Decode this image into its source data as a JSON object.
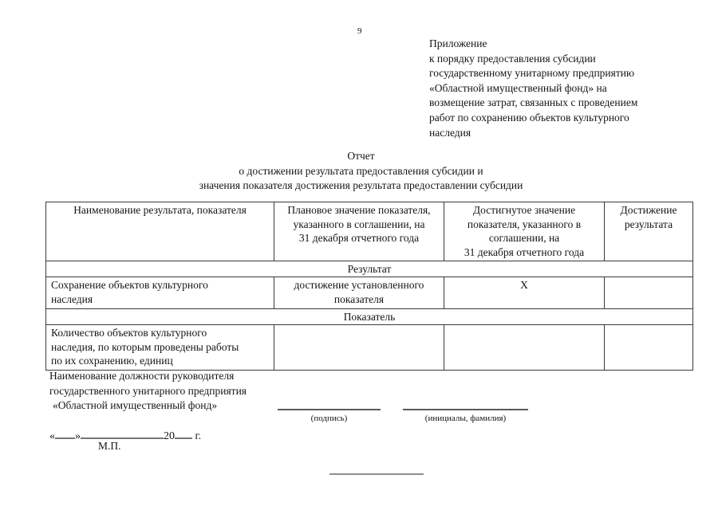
{
  "page": {
    "number": "9"
  },
  "appendix": {
    "lines": [
      "Приложение",
      "к порядку предоставления субсидии",
      "государственному унитарному предприятию",
      "«Областной имущественный фонд» на",
      "возмещение затрат, связанных с проведением",
      "работ по сохранению объектов культурного",
      "наследия"
    ]
  },
  "title": {
    "lines": [
      "Отчет",
      "о достижении результата предоставления субсидии и",
      "значения показателя достижения результата предоставлении субсидии"
    ]
  },
  "table": {
    "headers": [
      "Наименование результата, показателя",
      "Плановое значение показателя,\nуказанного в соглашении, на\n31 декабря отчетного года",
      "Достигнутое значение\nпоказателя, указанного в\nсоглашении, на\n31 декабря отчетного года",
      "Достижение\nрезультата"
    ],
    "section_result": "Результат",
    "result_row": {
      "name": "Сохранение объектов культурного\nнаследия",
      "planned": "достижение установленного\nпоказателя",
      "achieved": "X",
      "achievement": ""
    },
    "section_indicator": "Показатель",
    "indicator_row": {
      "name": "Количество объектов культурного\nнаследия, по которым проведены работы\nпо их сохранению, единиц",
      "planned": "",
      "achieved": "",
      "achievement": ""
    }
  },
  "signer": {
    "lines": [
      "Наименование должности руководителя",
      "государственного унитарного предприятия",
      "«Областной имущественный фонд»"
    ],
    "signature_label": "(подпись)",
    "name_label": "(инициалы, фамилия)"
  },
  "date_line": {
    "open_quote": "«",
    "close_quote": "»",
    "year_prefix": "20",
    "year_suffix": " г.",
    "stamp": "М.П."
  }
}
